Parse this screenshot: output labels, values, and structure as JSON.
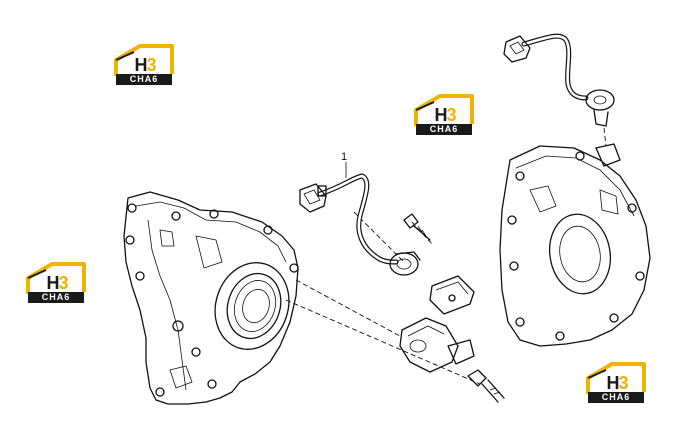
{
  "diagram": {
    "callout_label": "1"
  },
  "watermark": {
    "mark": "H3",
    "mark_letter": "H",
    "mark_digit": "3",
    "wordmark": "CHA6",
    "colors": {
      "accent": "#f2b300",
      "dark": "#1a1a1a"
    }
  },
  "logos": [
    {
      "id": "top-left"
    },
    {
      "id": "top-center"
    },
    {
      "id": "middle-left"
    },
    {
      "id": "bottom-right"
    }
  ]
}
